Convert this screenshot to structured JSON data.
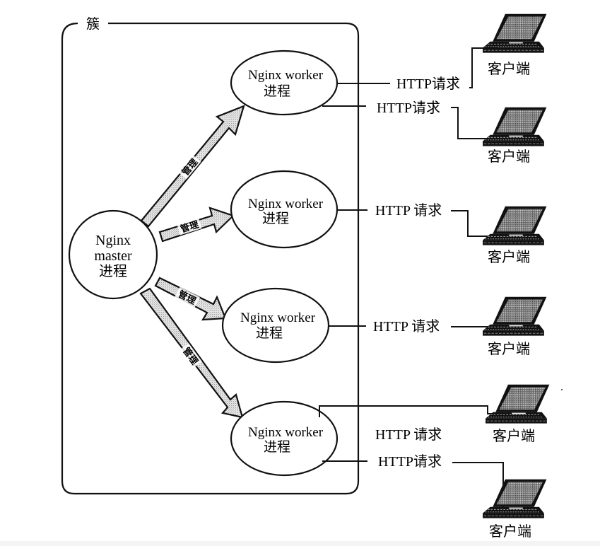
{
  "cluster": {
    "label": "簇"
  },
  "master": {
    "line1": "Nginx",
    "line2": "master",
    "line3": "进程"
  },
  "arrow_label": "管理",
  "workers": [
    {
      "line1": "Nginx worker",
      "line2": "进程"
    },
    {
      "line1": "Nginx worker",
      "line2": "进程"
    },
    {
      "line1": "Nginx worker",
      "line2": "进程"
    },
    {
      "line1": "Nginx worker",
      "line2": "进程"
    }
  ],
  "requests": [
    {
      "label": "HTTP请求"
    },
    {
      "label": "HTTP请求"
    },
    {
      "label": "HTTP 请求"
    },
    {
      "label": "HTTP 请求"
    },
    {
      "label": "HTTP 请求"
    },
    {
      "label": "HTTP请求"
    }
  ],
  "clients": [
    {
      "label": "客户端",
      "icon": "laptop-icon"
    },
    {
      "label": "客户端",
      "icon": "laptop-icon"
    },
    {
      "label": "客户端",
      "icon": "laptop-icon"
    },
    {
      "label": "客户端",
      "icon": "laptop-icon"
    },
    {
      "label": "客户端",
      "icon": "laptop-icon"
    },
    {
      "label": "客户端",
      "icon": "laptop-icon"
    }
  ],
  "colors": {
    "stroke": "#111111",
    "arrow_fill": "#d9d9d9",
    "background": "#ffffff"
  }
}
